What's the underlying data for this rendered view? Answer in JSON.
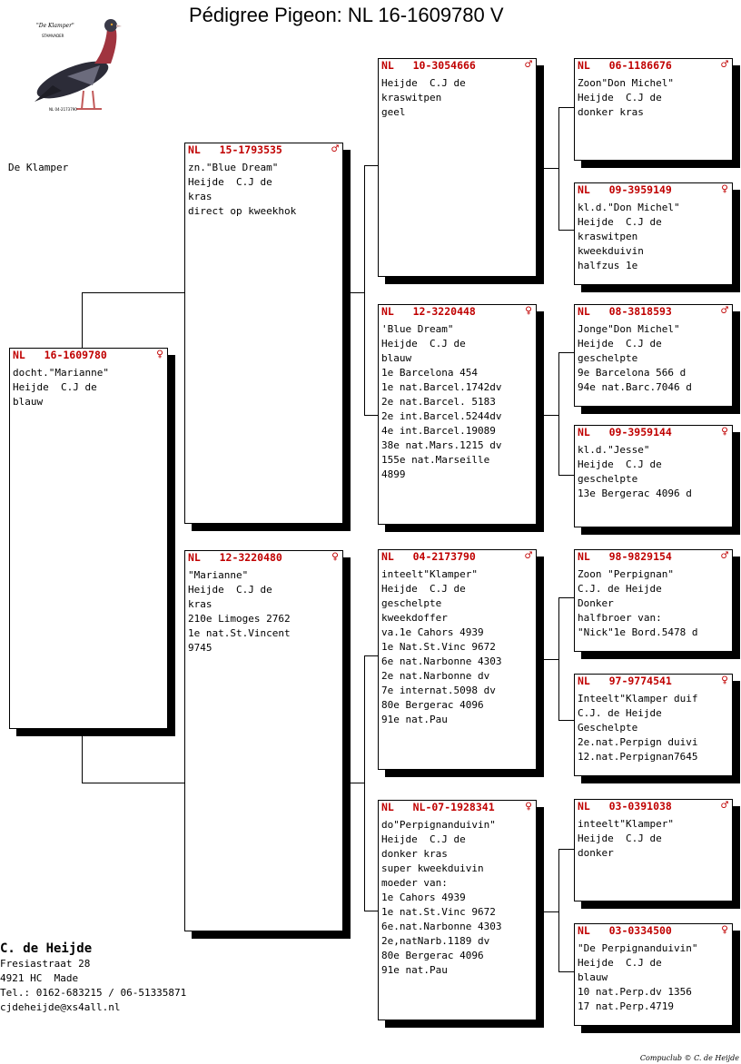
{
  "title": "Pédigree Pigeon: NL  16-1609780 V",
  "logo": {
    "caption": "\"De Klamper\"",
    "sub": "STAMVADER",
    "ring": "NL 04-2173790"
  },
  "subject_name": "De Klamper",
  "cards": [
    {
      "ring": "NL   16-1609780",
      "sex": "♀",
      "lines": [
        "docht.\"Marianne\"",
        "Heijde  C.J de",
        "blauw"
      ]
    },
    {
      "ring": "NL   15-1793535",
      "sex": "♂",
      "lines": [
        "zn.\"Blue Dream\"",
        "Heijde  C.J de",
        "kras",
        "direct op kweekhok"
      ]
    },
    {
      "ring": "NL   12-3220480",
      "sex": "♀",
      "lines": [
        "\"Marianne\"",
        "Heijde  C.J de",
        "kras",
        "210e Limoges 2762",
        "1e nat.St.Vincent",
        "9745"
      ]
    },
    {
      "ring": "NL   10-3054666",
      "sex": "♂",
      "lines": [
        "",
        "Heijde  C.J de",
        "kraswitpen",
        "geel"
      ]
    },
    {
      "ring": "NL   12-3220448",
      "sex": "♀",
      "lines": [
        "'Blue Dream\"",
        "Heijde  C.J de",
        "blauw",
        "1e Barcelona 454",
        "1e nat.Barcel.1742dv",
        "2e nat.Barcel. 5183",
        "2e int.Barcel.5244dv",
        "4e int.Barcel.19089",
        "38e nat.Mars.1215 dv",
        "155e nat.Marseille",
        "4899"
      ]
    },
    {
      "ring": "NL   04-2173790",
      "sex": "♂",
      "lines": [
        "inteelt\"Klamper\"",
        "Heijde  C.J de",
        "geschelpte",
        "kweekdoffer",
        "va.1e Cahors 4939",
        "1e Nat.St.Vinc 9672",
        "6e nat.Narbonne 4303",
        "2e nat.Narbonne dv",
        "7e internat.5098 dv",
        "80e Bergerac 4096",
        "91e nat.Pau"
      ]
    },
    {
      "ring": "NL   NL-07-1928341",
      "sex": "♀",
      "lines": [
        "do\"Perpignanduivin\"",
        "Heijde  C.J de",
        "donker kras",
        "super kweekduivin",
        "moeder van:",
        "1e Cahors 4939",
        "1e nat.St.Vinc 9672",
        "6e.nat.Narbonne 4303",
        "2e,natNarb.1189 dv",
        "80e Bergerac 4096",
        "91e nat.Pau"
      ]
    },
    {
      "ring": "NL   06-1186676",
      "sex": "♂",
      "lines": [
        "Zoon\"Don Michel\"",
        "Heijde  C.J de",
        "donker kras"
      ]
    },
    {
      "ring": "NL   09-3959149",
      "sex": "♀",
      "lines": [
        "kl.d.\"Don Michel\"",
        "Heijde  C.J de",
        "kraswitpen",
        "kweekduivin",
        "halfzus 1e"
      ]
    },
    {
      "ring": "NL   08-3818593",
      "sex": "♂",
      "lines": [
        "Jonge\"Don Michel\"",
        "Heijde  C.J de",
        "geschelpte",
        "9e Barcelona 566 d",
        "94e nat.Barc.7046 d"
      ]
    },
    {
      "ring": "NL   09-3959144",
      "sex": "♀",
      "lines": [
        "kl.d.\"Jesse\"",
        "Heijde  C.J de",
        "geschelpte",
        "13e Bergerac 4096 d"
      ]
    },
    {
      "ring": "NL   98-9829154",
      "sex": "♂",
      "lines": [
        "Zoon \"Perpignan\"",
        "C.J. de Heijde",
        "Donker",
        "halfbroer van:",
        "\"Nick\"1e Bord.5478 d"
      ]
    },
    {
      "ring": "NL   97-9774541",
      "sex": "♀",
      "lines": [
        "Inteelt\"Klamper duif",
        "C.J. de Heijde",
        "Geschelpte",
        "2e.nat.Perpign duivi",
        "12.nat.Perpignan7645"
      ]
    },
    {
      "ring": "NL   03-0391038",
      "sex": "♂",
      "lines": [
        "inteelt\"Klamper\"",
        "Heijde  C.J de",
        "donker"
      ]
    },
    {
      "ring": "NL   03-0334500",
      "sex": "♀",
      "lines": [
        "\"De Perpignanduivin\"",
        "Heijde  C.J de",
        "blauw",
        "10 nat.Perp.dv 1356",
        "17 nat.Perp.4719"
      ]
    }
  ],
  "owner": {
    "name": "C. de Heijde",
    "street": "Fresiastraat 28",
    "city": "4921 HC  Made",
    "phone": "Tel.: 0162-683215 / 06-51335871",
    "email": "cjdeheijde@xs4all.nl"
  },
  "footer": "Compuclub © C. de Heijde"
}
